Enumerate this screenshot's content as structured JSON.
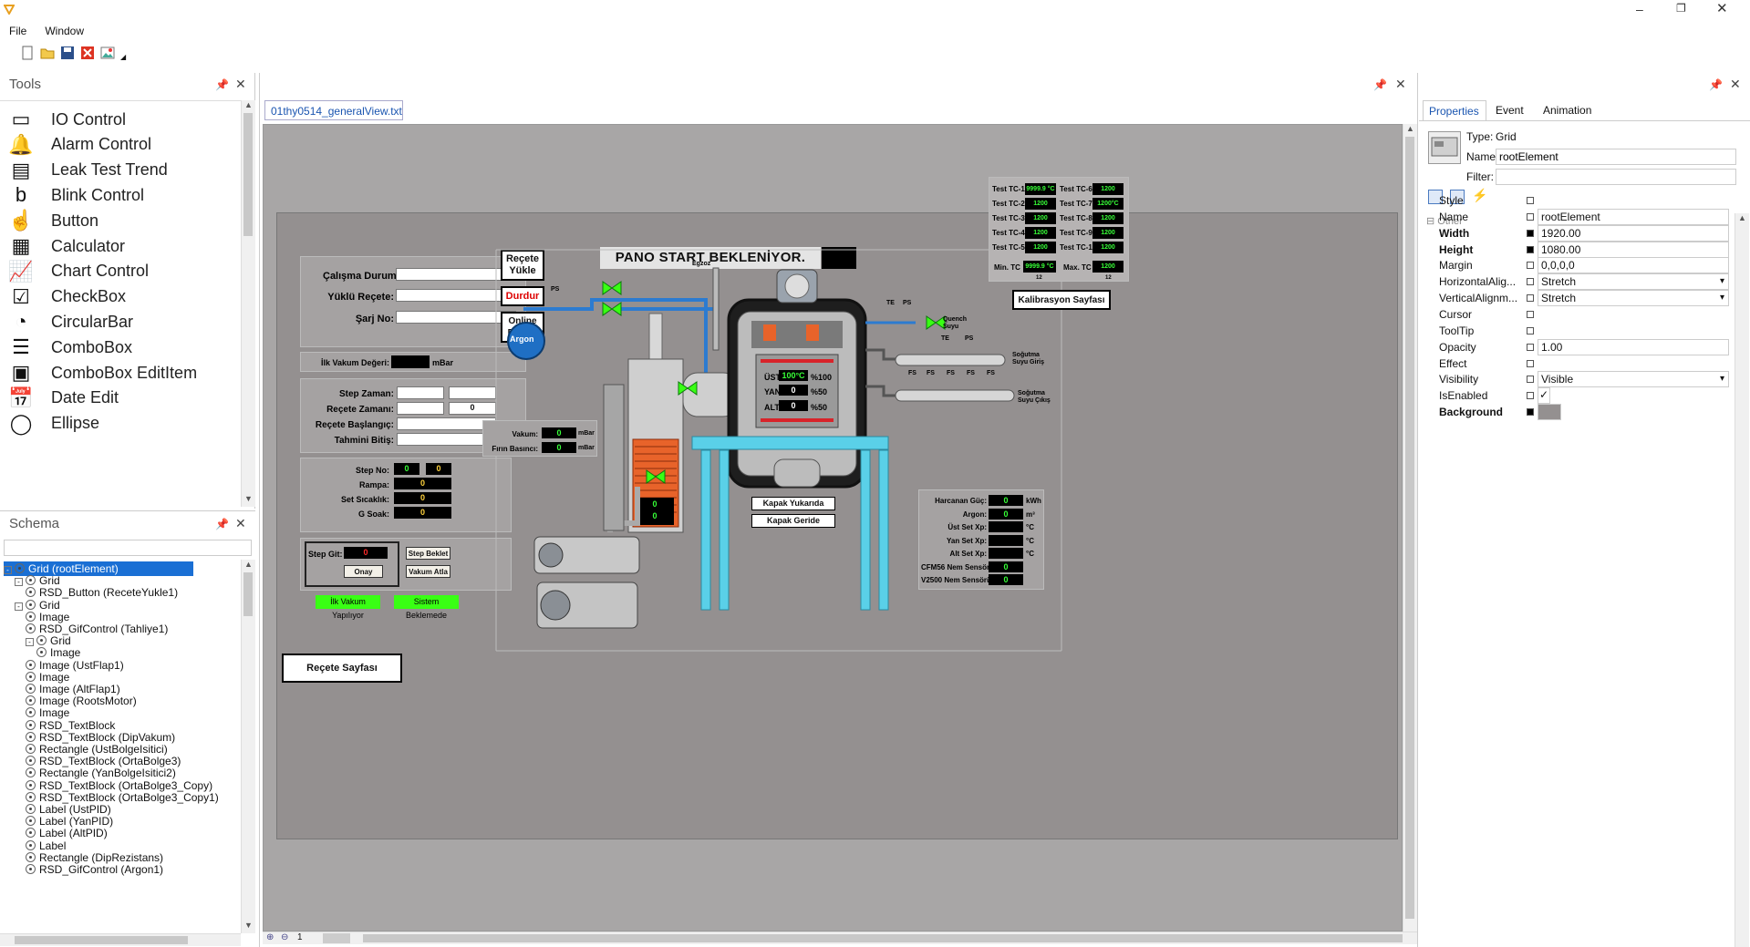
{
  "menu": {
    "file": "File",
    "window": "Window"
  },
  "tools": {
    "title": "Tools",
    "items": [
      {
        "label": "IO Control",
        "icon": "box-icon"
      },
      {
        "label": "Alarm Control",
        "icon": "bell-icon"
      },
      {
        "label": "Leak Test Trend",
        "icon": "trend-icon"
      },
      {
        "label": "Blink Control",
        "icon": "blink-b-icon"
      },
      {
        "label": "Button",
        "icon": "button-icon"
      },
      {
        "label": "Calculator",
        "icon": "calculator-icon"
      },
      {
        "label": "Chart Control",
        "icon": "chart-icon"
      },
      {
        "label": "CheckBox",
        "icon": "checkbox-icon"
      },
      {
        "label": "CircularBar",
        "icon": "circularbar-icon"
      },
      {
        "label": "ComboBox",
        "icon": "combobox-icon"
      },
      {
        "label": "ComboBox EditItem",
        "icon": "combobox-edit-icon"
      },
      {
        "label": "Date Edit",
        "icon": "calendar-icon"
      },
      {
        "label": "Ellipse",
        "icon": "ellipse-icon"
      }
    ]
  },
  "schema": {
    "title": "Schema",
    "nodes": [
      {
        "text": "Grid (rootElement)",
        "depth": 0,
        "exp": "-",
        "selected": true
      },
      {
        "text": "Grid",
        "depth": 1,
        "exp": "-"
      },
      {
        "text": "RSD_Button (ReceteYukle1)",
        "depth": 2,
        "exp": ""
      },
      {
        "text": "Grid",
        "depth": 1,
        "exp": "-"
      },
      {
        "text": "Image",
        "depth": 2,
        "exp": ""
      },
      {
        "text": "RSD_GifControl (Tahliye1)",
        "depth": 2,
        "exp": ""
      },
      {
        "text": "Grid",
        "depth": 2,
        "exp": "-"
      },
      {
        "text": "Image",
        "depth": 3,
        "exp": ""
      },
      {
        "text": "Image (UstFlap1)",
        "depth": 2,
        "exp": ""
      },
      {
        "text": "Image",
        "depth": 2,
        "exp": ""
      },
      {
        "text": "Image (AltFlap1)",
        "depth": 2,
        "exp": ""
      },
      {
        "text": "Image (RootsMotor)",
        "depth": 2,
        "exp": ""
      },
      {
        "text": "Image",
        "depth": 2,
        "exp": ""
      },
      {
        "text": "RSD_TextBlock",
        "depth": 2,
        "exp": ""
      },
      {
        "text": "RSD_TextBlock (DipVakum)",
        "depth": 2,
        "exp": ""
      },
      {
        "text": "Rectangle (UstBolgeIsitici)",
        "depth": 2,
        "exp": ""
      },
      {
        "text": "RSD_TextBlock (OrtaBolge3)",
        "depth": 2,
        "exp": ""
      },
      {
        "text": "Rectangle (YanBolgeIsitici2)",
        "depth": 2,
        "exp": ""
      },
      {
        "text": "RSD_TextBlock (OrtaBolge3_Copy)",
        "depth": 2,
        "exp": ""
      },
      {
        "text": "RSD_TextBlock (OrtaBolge3_Copy1)",
        "depth": 2,
        "exp": ""
      },
      {
        "text": "Label (UstPID)",
        "depth": 2,
        "exp": ""
      },
      {
        "text": "Label (YanPID)",
        "depth": 2,
        "exp": ""
      },
      {
        "text": "Label (AltPID)",
        "depth": 2,
        "exp": ""
      },
      {
        "text": "Label",
        "depth": 2,
        "exp": ""
      },
      {
        "text": "Rectangle (DipRezistans)",
        "depth": 2,
        "exp": ""
      },
      {
        "text": "RSD_GifControl (Argon1)",
        "depth": 2,
        "exp": ""
      }
    ]
  },
  "doc_tab": "01thy0514_generalView.txt",
  "hmi": {
    "status_banner": "PANO START BEKLENİYOR.",
    "calisma_durumu": "Çalışma Durumu:",
    "yuklu_recete": "Yüklü Reçete:",
    "sarj_no": "Şarj No:",
    "ilk_vakum_degeri": "İlk Vakum Değeri:",
    "mbar": "mBar",
    "btn_recete_yukle": "Reçete Yükle",
    "btn_durdur": "Durdur",
    "btn_online_recete": "Online Reçete",
    "step_zaman": "Step Zaman:",
    "recete_zamani": "Reçete Zamanı:",
    "recete_zamani_val": "0",
    "recete_baslangic": "Reçete Başlangıç:",
    "tahmini_bitis": "Tahmini Bitiş:",
    "step_no": "Step No:",
    "step_no_a": "0",
    "step_no_b": "0",
    "rampa": "Rampa:",
    "rampa_val": "0",
    "set_sicaklik": "Set Sıcaklık:",
    "set_sicaklik_val": "0",
    "g_soak": "G Soak:",
    "g_soak_val": "0",
    "step_git": "Step Git:",
    "step_git_val": "0",
    "onay": "Onay",
    "step_beklet": "Step Beklet",
    "vakum_atla": "Vakum Atla",
    "ilk_vakum_yapiliyor": "İlk Vakum Yapılıyor",
    "sistem_beklemede": "Sistem Beklemede",
    "recete_sayfasi": "Reçete Sayfası",
    "vakum": "Vakum:",
    "vakum_val": "0",
    "firin_basinci": "Fırın Basıncı:",
    "firin_basinci_val": "0",
    "argon_tank": "Argon",
    "egzoz": "Egzoz",
    "ps": "PS",
    "te": "TE",
    "fs": "FS",
    "quench_suyu": "Quench Suyu",
    "sogutma_suyu_giris": "Soğutma Suyu Giriş",
    "sogutma_suyu_cikis": "Soğutma Suyu Çıkış",
    "ust": "ÜST",
    "yan": "YAN",
    "alt": "ALT",
    "ust_temp": "100°C",
    "yan_temp": "0",
    "alt_temp": "0",
    "ust_pct": "%100",
    "yan_pct": "%50",
    "alt_pct": "%50",
    "pump_val_1": "0",
    "pump_val_2": "0",
    "kapak_yukarida": "Kapak Yukarıda",
    "kapak_geride": "Kapak Geride",
    "kalibrasyon_sayfasi": "Kalibrasyon Sayfası",
    "tc": [
      {
        "label": "Test TC-1",
        "val": "9999.9 °C"
      },
      {
        "label": "Test TC-6",
        "val": "1200"
      },
      {
        "label": "Test TC-2",
        "val": "1200"
      },
      {
        "label": "Test TC-7",
        "val": "1200°C"
      },
      {
        "label": "Test TC-3",
        "val": "1200"
      },
      {
        "label": "Test TC-8",
        "val": "1200"
      },
      {
        "label": "Test TC-4",
        "val": "1200"
      },
      {
        "label": "Test TC-9",
        "val": "1200"
      },
      {
        "label": "Test TC-5",
        "val": "1200"
      },
      {
        "label": "Test TC-10",
        "val": "1200"
      }
    ],
    "min_tc": "Min. TC",
    "min_tc_val": "9999.9 °C",
    "max_tc": "Max. TC",
    "max_tc_val": "1200",
    "tc_small_a": "12",
    "tc_small_b": "12",
    "energy": [
      {
        "label": "Harcanan Güç:",
        "val": "0",
        "unit": "kWh"
      },
      {
        "label": "Argon:",
        "val": "0",
        "unit": "m³"
      },
      {
        "label": "Üst Set Xp:",
        "val": "",
        "unit": "°C"
      },
      {
        "label": "Yan Set Xp:",
        "val": "",
        "unit": "°C"
      },
      {
        "label": "Alt Set Xp:",
        "val": "",
        "unit": "°C"
      },
      {
        "label": "CFM56 Nem Sensörü:",
        "val": "0",
        "unit": ""
      },
      {
        "label": "V2500 Nem Sensörü:",
        "val": "0",
        "unit": ""
      }
    ],
    "hot_color": "#e8632a",
    "accent_green": "#39ff14"
  },
  "zoom_text": "1",
  "props": {
    "tabs": [
      "Properties",
      "Event",
      "Animation"
    ],
    "type_label": "Type:",
    "type_val": "Grid",
    "name_label": "Name:",
    "name_val": "rootElement",
    "filter_label": "Filter:",
    "filter_val": "",
    "category": "Other",
    "rows": [
      {
        "name": "Style",
        "val": "",
        "bold": false,
        "set": false,
        "kind": "none"
      },
      {
        "name": "Name",
        "val": "rootElement",
        "bold": false,
        "set": false,
        "kind": "text"
      },
      {
        "name": "Width",
        "val": "1920.00",
        "bold": true,
        "set": true,
        "kind": "text"
      },
      {
        "name": "Height",
        "val": "1080.00",
        "bold": true,
        "set": true,
        "kind": "text"
      },
      {
        "name": "Margin",
        "val": "0,0,0,0",
        "bold": false,
        "set": false,
        "kind": "text"
      },
      {
        "name": "HorizontalAlig...",
        "val": "Stretch",
        "bold": false,
        "set": false,
        "kind": "select"
      },
      {
        "name": "VerticalAlignm...",
        "val": "Stretch",
        "bold": false,
        "set": false,
        "kind": "select"
      },
      {
        "name": "Cursor",
        "val": "",
        "bold": false,
        "set": false,
        "kind": "none"
      },
      {
        "name": "ToolTip",
        "val": "",
        "bold": false,
        "set": false,
        "kind": "none"
      },
      {
        "name": "Opacity",
        "val": "1.00",
        "bold": false,
        "set": false,
        "kind": "text"
      },
      {
        "name": "Effect",
        "val": "",
        "bold": false,
        "set": false,
        "kind": "none"
      },
      {
        "name": "Visibility",
        "val": "Visible",
        "bold": false,
        "set": false,
        "kind": "select"
      },
      {
        "name": "IsEnabled",
        "val": "✓",
        "bold": false,
        "set": false,
        "kind": "check"
      },
      {
        "name": "Background",
        "val": "",
        "bold": true,
        "set": true,
        "kind": "swatch"
      }
    ],
    "background_color": "#949090"
  }
}
